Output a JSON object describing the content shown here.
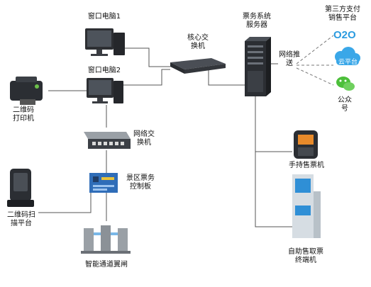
{
  "nodes": {
    "pc1": "窗口电脑1",
    "pc2": "窗口电脑2",
    "core_switch": "核心交\n换机",
    "server": "票务系统\n服务器",
    "third_party": "第三方支付\n销售平台",
    "o2o_logo": "O2O",
    "cloud_logo": "云平台",
    "official_account": "公众\n号",
    "network_push": "网络推\n送",
    "qr_printer": "二维码\n打印机",
    "net_switch": "网络交\n换机",
    "control_board": "景区票务\n控制板",
    "qr_scanner": "二维码扫\n描平台",
    "turnstile": "智能通道翼闸",
    "handheld": "手持售票机",
    "kiosk": "自助售取票\n终端机"
  },
  "colors": {
    "line": "#555555",
    "dashed": "#777777",
    "o2o": "#2a9be0",
    "cloud": "#3aa7e8",
    "wechat": "#4cbf3a",
    "device_dark": "#2d2f33",
    "device_mid": "#5a5f66",
    "kiosk": "#2f8fd6"
  }
}
